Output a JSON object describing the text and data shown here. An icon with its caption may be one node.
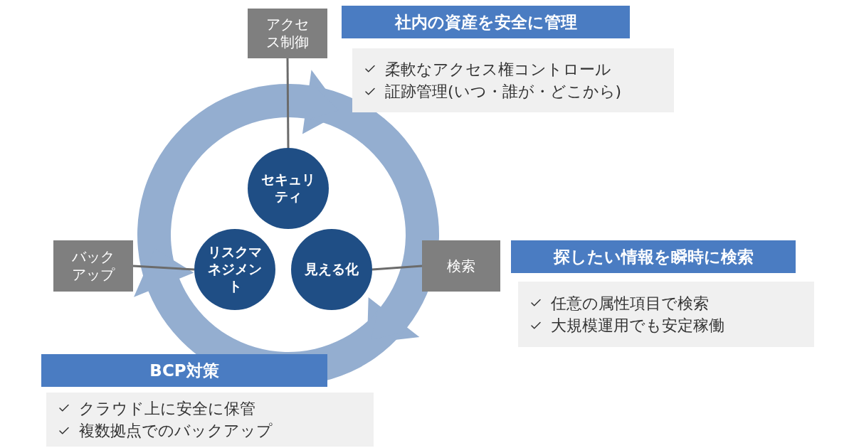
{
  "diagram": {
    "nodes": [
      {
        "text": [
          "アクセス制御"
        ]
      },
      {
        "text": [
          "セキュリティ"
        ]
      },
      {
        "text": [
          "リスクマネジメント"
        ]
      },
      {
        "text": [
          "見える化"
        ]
      },
      {
        "text": [
          "バックアップ"
        ]
      },
      {
        "text": [
          "検索"
        ]
      },
      {
        "text": [
          "社内の資産を安全に管理"
        ]
      },
      {
        "text": [
          "柔軟なアクセス権コントロール",
          "証跡管理(いつ・誰が・どこから)"
        ]
      },
      {
        "text": [
          "探したい情報を瞬時に検索"
        ]
      },
      {
        "text": [
          "任意の属性項目で検索",
          "大規模運用でも安定稼働"
        ]
      },
      {
        "text": [
          "BCP対策"
        ]
      },
      {
        "text": [
          "クラウド上に安全に保管",
          "複数拠点でのバックアップ"
        ]
      }
    ],
    "edges": [
      {
        "from": 0,
        "to": 1,
        "arrow": "none"
      },
      {
        "from": 4,
        "to": 2,
        "arrow": "none"
      },
      {
        "from": 3,
        "to": 5,
        "arrow": "none"
      }
    ]
  }
}
